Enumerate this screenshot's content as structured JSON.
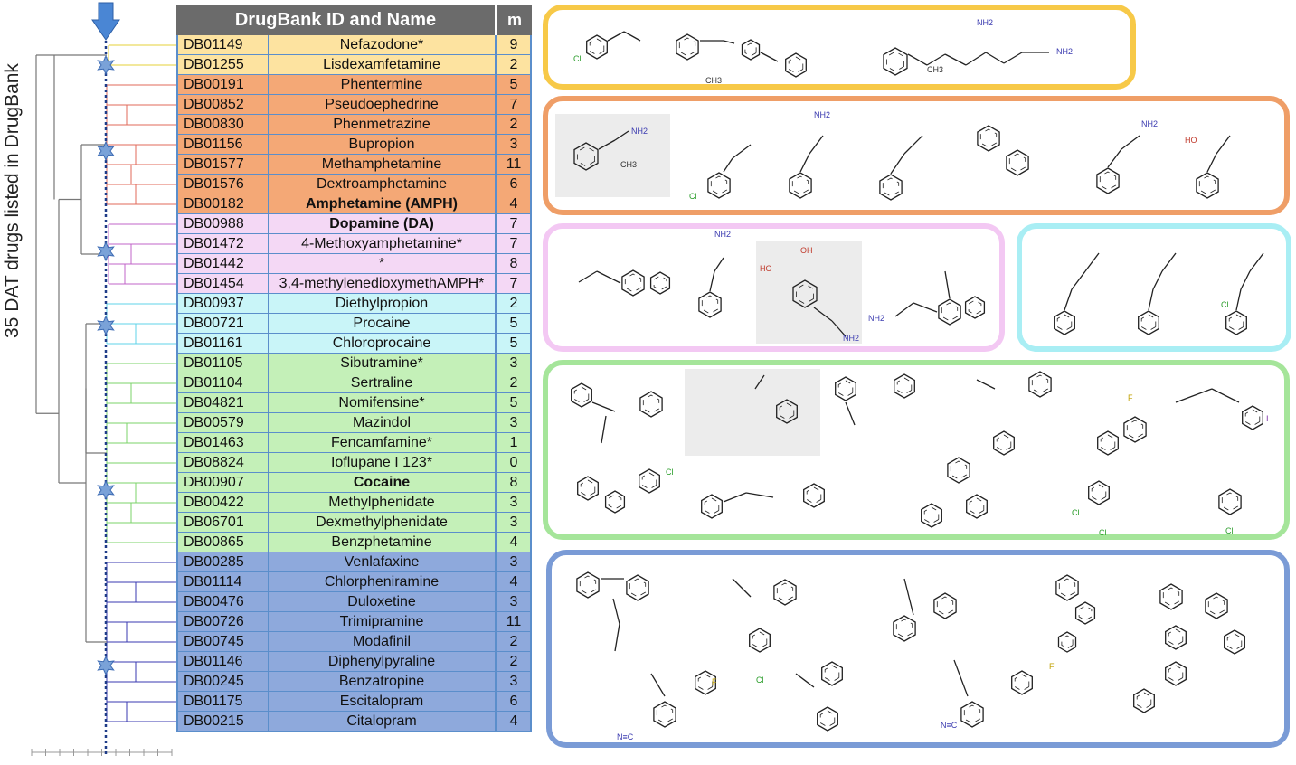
{
  "y_axis_label": "35 DAT drugs listed in DrugBank",
  "table": {
    "header_id_name": "DrugBank ID and Name",
    "header_m": "m",
    "rows": [
      {
        "id": "DB01149",
        "name": "Nefazodone*",
        "m": "9",
        "group": "yellow",
        "bold": false
      },
      {
        "id": "DB01255",
        "name": "Lisdexamfetamine",
        "m": "2",
        "group": "yellow",
        "bold": false
      },
      {
        "id": "DB00191",
        "name": "Phentermine",
        "m": "5",
        "group": "orange",
        "bold": false
      },
      {
        "id": "DB00852",
        "name": "Pseudoephedrine",
        "m": "7",
        "group": "orange",
        "bold": false
      },
      {
        "id": "DB00830",
        "name": "Phenmetrazine",
        "m": "2",
        "group": "orange",
        "bold": false
      },
      {
        "id": "DB01156",
        "name": "Bupropion",
        "m": "3",
        "group": "orange",
        "bold": false
      },
      {
        "id": "DB01577",
        "name": "Methamphetamine",
        "m": "11",
        "group": "orange",
        "bold": false
      },
      {
        "id": "DB01576",
        "name": "Dextroamphetamine",
        "m": "6",
        "group": "orange",
        "bold": false
      },
      {
        "id": "DB00182",
        "name": "Amphetamine (AMPH)",
        "m": "4",
        "group": "orange",
        "bold": true
      },
      {
        "id": "DB00988",
        "name": "Dopamine (DA)",
        "m": "7",
        "group": "pink",
        "bold": true
      },
      {
        "id": "DB01472",
        "name": "4-Methoxyamphetamine*",
        "m": "7",
        "group": "pink",
        "bold": false
      },
      {
        "id": "DB01442",
        "name": "*",
        "m": "8",
        "group": "pink",
        "bold": false
      },
      {
        "id": "DB01454",
        "name": "3,4-methylenedioxymethAMPH*",
        "m": "7",
        "group": "pink",
        "bold": false
      },
      {
        "id": "DB00937",
        "name": "Diethylpropion",
        "m": "2",
        "group": "cyan",
        "bold": false
      },
      {
        "id": "DB00721",
        "name": "Procaine",
        "m": "5",
        "group": "cyan",
        "bold": false
      },
      {
        "id": "DB01161",
        "name": "Chloroprocaine",
        "m": "5",
        "group": "cyan",
        "bold": false
      },
      {
        "id": "DB01105",
        "name": "Sibutramine*",
        "m": "3",
        "group": "green",
        "bold": false
      },
      {
        "id": "DB01104",
        "name": "Sertraline",
        "m": "2",
        "group": "green",
        "bold": false
      },
      {
        "id": "DB04821",
        "name": "Nomifensine*",
        "m": "5",
        "group": "green",
        "bold": false
      },
      {
        "id": "DB00579",
        "name": "Mazindol",
        "m": "3",
        "group": "green",
        "bold": false
      },
      {
        "id": "DB01463",
        "name": "Fencamfamine*",
        "m": "1",
        "group": "green",
        "bold": false
      },
      {
        "id": "DB08824",
        "name": "Ioflupane I 123*",
        "m": "0",
        "group": "green",
        "bold": false
      },
      {
        "id": "DB00907",
        "name": "Cocaine",
        "m": "8",
        "group": "green",
        "bold": true
      },
      {
        "id": "DB00422",
        "name": "Methylphenidate",
        "m": "3",
        "group": "green",
        "bold": false
      },
      {
        "id": "DB06701",
        "name": "Dexmethylphenidate",
        "m": "3",
        "group": "green",
        "bold": false
      },
      {
        "id": "DB00865",
        "name": "Benzphetamine",
        "m": "4",
        "group": "green",
        "bold": false
      },
      {
        "id": "DB00285",
        "name": "Venlafaxine",
        "m": "3",
        "group": "blue",
        "bold": false
      },
      {
        "id": "DB01114",
        "name": "Chlorpheniramine",
        "m": "4",
        "group": "blue",
        "bold": false
      },
      {
        "id": "DB00476",
        "name": "Duloxetine",
        "m": "3",
        "group": "blue",
        "bold": false
      },
      {
        "id": "DB00726",
        "name": "Trimipramine",
        "m": "11",
        "group": "blue",
        "bold": false
      },
      {
        "id": "DB00745",
        "name": "Modafinil",
        "m": "2",
        "group": "blue",
        "bold": false
      },
      {
        "id": "DB01146",
        "name": "Diphenylpyraline",
        "m": "2",
        "group": "blue",
        "bold": false
      },
      {
        "id": "DB00245",
        "name": "Benzatropine",
        "m": "3",
        "group": "blue",
        "bold": false
      },
      {
        "id": "DB01175",
        "name": "Escitalopram",
        "m": "6",
        "group": "blue",
        "bold": false
      },
      {
        "id": "DB00215",
        "name": "Citalopram",
        "m": "4",
        "group": "blue",
        "bold": false
      }
    ]
  },
  "group_colors": {
    "yellow": {
      "fill": "#fde3a0",
      "border": "#f7c948",
      "line": "#e6d23a"
    },
    "orange": {
      "fill": "#f4a876",
      "border": "#ef9e67",
      "line": "#e06a5a"
    },
    "pink": {
      "fill": "#f4d8f5",
      "border": "#f3c8f3",
      "line": "#c064c8"
    },
    "cyan": {
      "fill": "#c9f5f8",
      "border": "#a9eef4",
      "line": "#5fd3e8"
    },
    "green": {
      "fill": "#c4f0b8",
      "border": "#a5e59a",
      "line": "#7bd36a"
    },
    "blue": {
      "fill": "#8ea9dc",
      "border": "#7a9bd6",
      "line": "#3a3ab0"
    }
  },
  "cut_marker_icon": "down-arrow-icon",
  "node_marker_icon": "star-icon",
  "structure_labels": {
    "ch3": "CH3",
    "cl": "Cl",
    "nh2": "NH2",
    "ho": "HO",
    "oh": "OH",
    "f": "F",
    "i": "I",
    "nc": "N≡C"
  }
}
